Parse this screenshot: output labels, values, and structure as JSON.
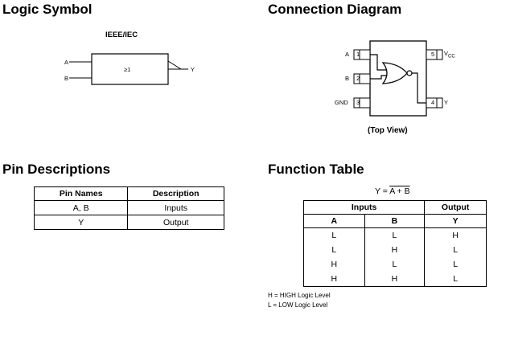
{
  "logic_symbol": {
    "title": "Logic Symbol",
    "standard": "IEEE/IEC",
    "gate_label": "≥1",
    "input_a": "A",
    "input_b": "B",
    "output": "Y"
  },
  "connection_diagram": {
    "title": "Connection Diagram",
    "caption": "(Top View)",
    "pins": {
      "p1": {
        "num": "1",
        "name": "A"
      },
      "p2": {
        "num": "2",
        "name": "B"
      },
      "p3": {
        "num": "3",
        "name": "GND"
      },
      "p4": {
        "num": "4",
        "name": "Y"
      },
      "p5": {
        "num": "5",
        "name": "V",
        "subscript": "CC"
      }
    }
  },
  "pin_descriptions": {
    "title": "Pin Descriptions",
    "headers": [
      "Pin Names",
      "Description"
    ],
    "rows": [
      [
        "A, B",
        "Inputs"
      ],
      [
        "Y",
        "Output"
      ]
    ]
  },
  "function_table": {
    "title": "Function Table",
    "equation_lhs": "Y = ",
    "equation_rhs": "A + B",
    "group_headers": {
      "inputs": "Inputs",
      "output": "Output"
    },
    "columns": [
      "A",
      "B",
      "Y"
    ],
    "rows": [
      [
        "L",
        "L",
        "H"
      ],
      [
        "L",
        "H",
        "L"
      ],
      [
        "H",
        "L",
        "L"
      ],
      [
        "H",
        "H",
        "L"
      ]
    ],
    "legend": [
      "H = HIGH Logic Level",
      "L = LOW Logic Level"
    ]
  }
}
